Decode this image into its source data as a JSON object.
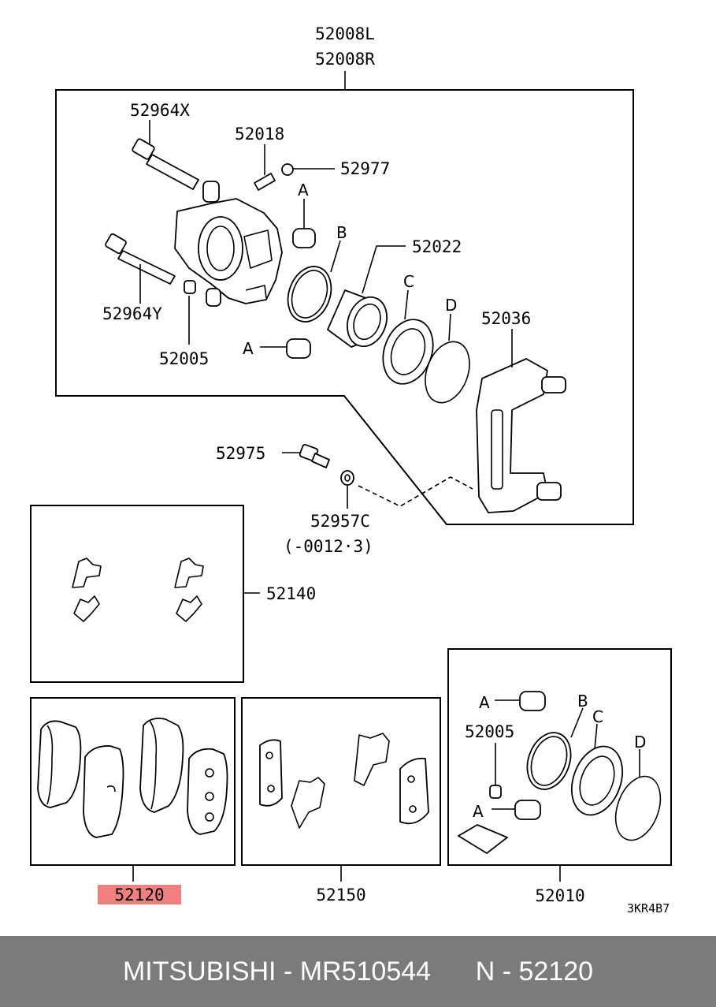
{
  "labels": {
    "caliper_l": "52008L",
    "caliper_r": "52008R",
    "pin_x": "52964X",
    "bleeder": "52018",
    "cap": "52977",
    "piston": "52022",
    "pin_y": "52964Y",
    "bushing": "52005",
    "support": "52036",
    "bolt": "52975",
    "washer": "52957C",
    "washer_note": "(-0012·3)",
    "clips": "52140",
    "pads": "52120",
    "shims": "52150",
    "seal_kit": "52010",
    "kit_bushing": "52005",
    "code": "3KR4B7"
  },
  "letters": {
    "a": "A",
    "b": "B",
    "c": "C",
    "d": "D"
  },
  "highlight_color": "#f08080",
  "footer": {
    "background": "#7b7b7b",
    "text": "MITSUBISHI - MR510544      N - 52120"
  }
}
